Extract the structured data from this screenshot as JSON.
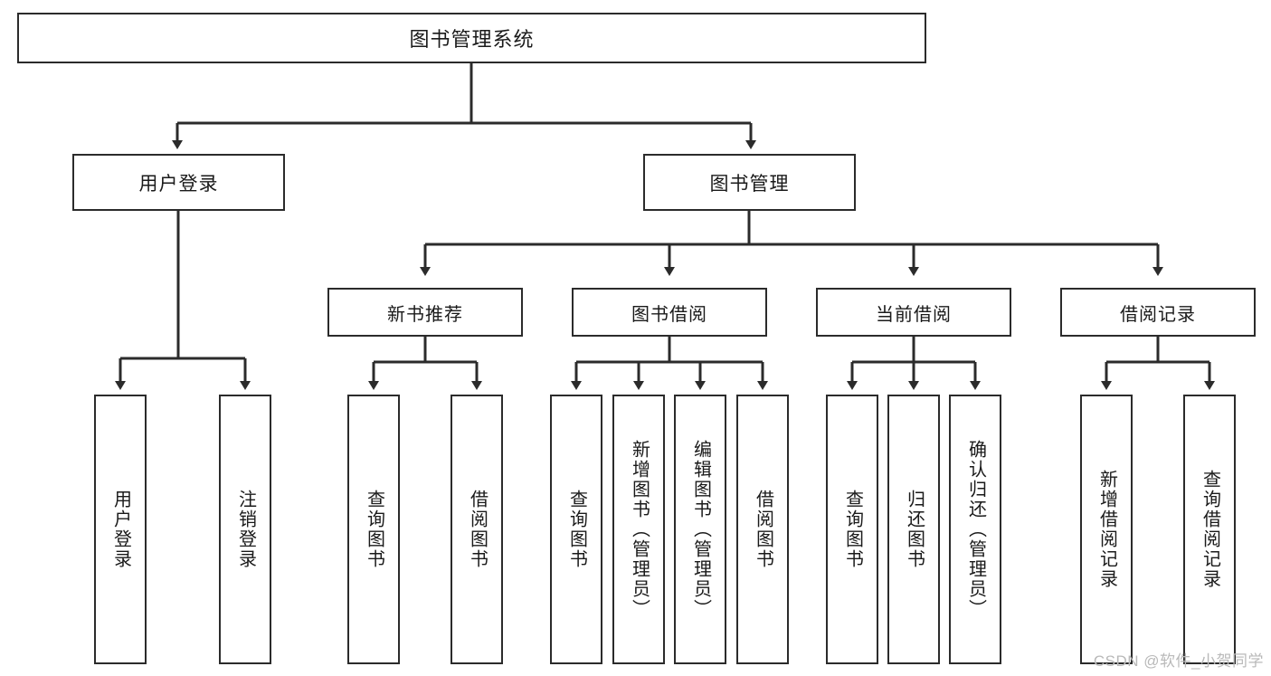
{
  "diagram": {
    "title_box": {
      "label": "图书管理系统"
    },
    "level2": [
      {
        "id": "user-login",
        "label": "用户登录"
      },
      {
        "id": "book-management",
        "label": "图书管理"
      }
    ],
    "level3": [
      {
        "id": "new-book-recommend",
        "label": "新书推荐"
      },
      {
        "id": "book-borrow",
        "label": "图书借阅"
      },
      {
        "id": "current-borrow",
        "label": "当前借阅"
      },
      {
        "id": "borrow-record",
        "label": "借阅记录"
      }
    ],
    "leaves": [
      {
        "id": "leaf-user-login",
        "label": "用户登录"
      },
      {
        "id": "leaf-logout",
        "label": "注销登录"
      },
      {
        "id": "leaf-query-book-1",
        "label": "查询图书"
      },
      {
        "id": "leaf-borrow-book-1",
        "label": "借阅图书"
      },
      {
        "id": "leaf-query-book-2",
        "label": "查询图书"
      },
      {
        "id": "leaf-add-book",
        "label": "新增图书（管理员）"
      },
      {
        "id": "leaf-edit-book",
        "label": "编辑图书（管理员）"
      },
      {
        "id": "leaf-borrow-book-2",
        "label": "借阅图书"
      },
      {
        "id": "leaf-query-book-3",
        "label": "查询图书"
      },
      {
        "id": "leaf-return-book",
        "label": "归还图书"
      },
      {
        "id": "leaf-confirm-return",
        "label": "确认归还（管理员）"
      },
      {
        "id": "leaf-add-record",
        "label": "新增借阅记录"
      },
      {
        "id": "leaf-query-record",
        "label": "查询借阅记录"
      }
    ],
    "colors": {
      "box_border": "#2b2b2b",
      "box_fill": "#ffffff",
      "connector": "#2b2b2b",
      "text": "#1a1a1a",
      "watermark": "#b9b9b9"
    }
  },
  "watermark": {
    "text": "CSDN @软件_小贺同学"
  }
}
